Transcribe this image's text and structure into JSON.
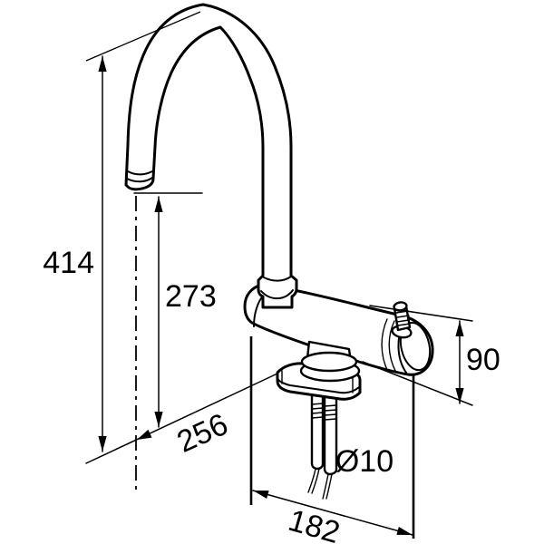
{
  "drawing": {
    "subject": "kitchen mixer tap with high arc swan-neck spout, side elevation dimension drawing",
    "background_color": "#ffffff",
    "line_color": "#000000",
    "dimensions": {
      "total_height": "414",
      "outlet_height": "273",
      "spout_reach": "256",
      "body_height": "90",
      "hose_diameter": "Ø10",
      "base_depth": "182"
    }
  }
}
